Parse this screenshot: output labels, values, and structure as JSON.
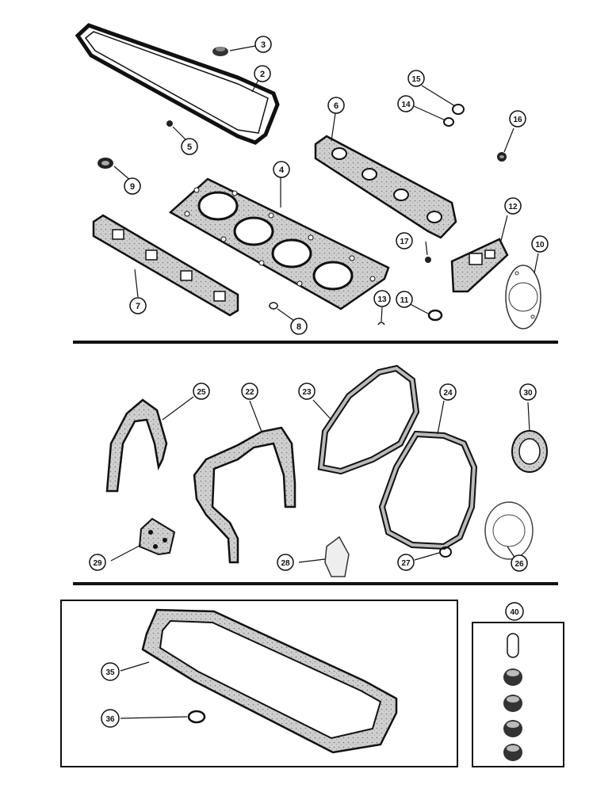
{
  "diagram": {
    "callouts": {
      "c2": "2",
      "c3": "3",
      "c4": "4",
      "c5": "5",
      "c6": "6",
      "c7": "7",
      "c8": "8",
      "c9": "9",
      "c10": "10",
      "c11": "11",
      "c12": "12",
      "c13": "13",
      "c14": "14",
      "c15": "15",
      "c16": "16",
      "c17": "17",
      "c22": "22",
      "c23": "23",
      "c24": "24",
      "c25": "25",
      "c26": "26",
      "c27": "27",
      "c28": "28",
      "c29": "29",
      "c30": "30",
      "c35": "35",
      "c36": "36",
      "c40": "40"
    },
    "colors": {
      "ink": "#111111",
      "paper": "#ffffff",
      "gasket_fill": "#d8d8d8"
    }
  }
}
